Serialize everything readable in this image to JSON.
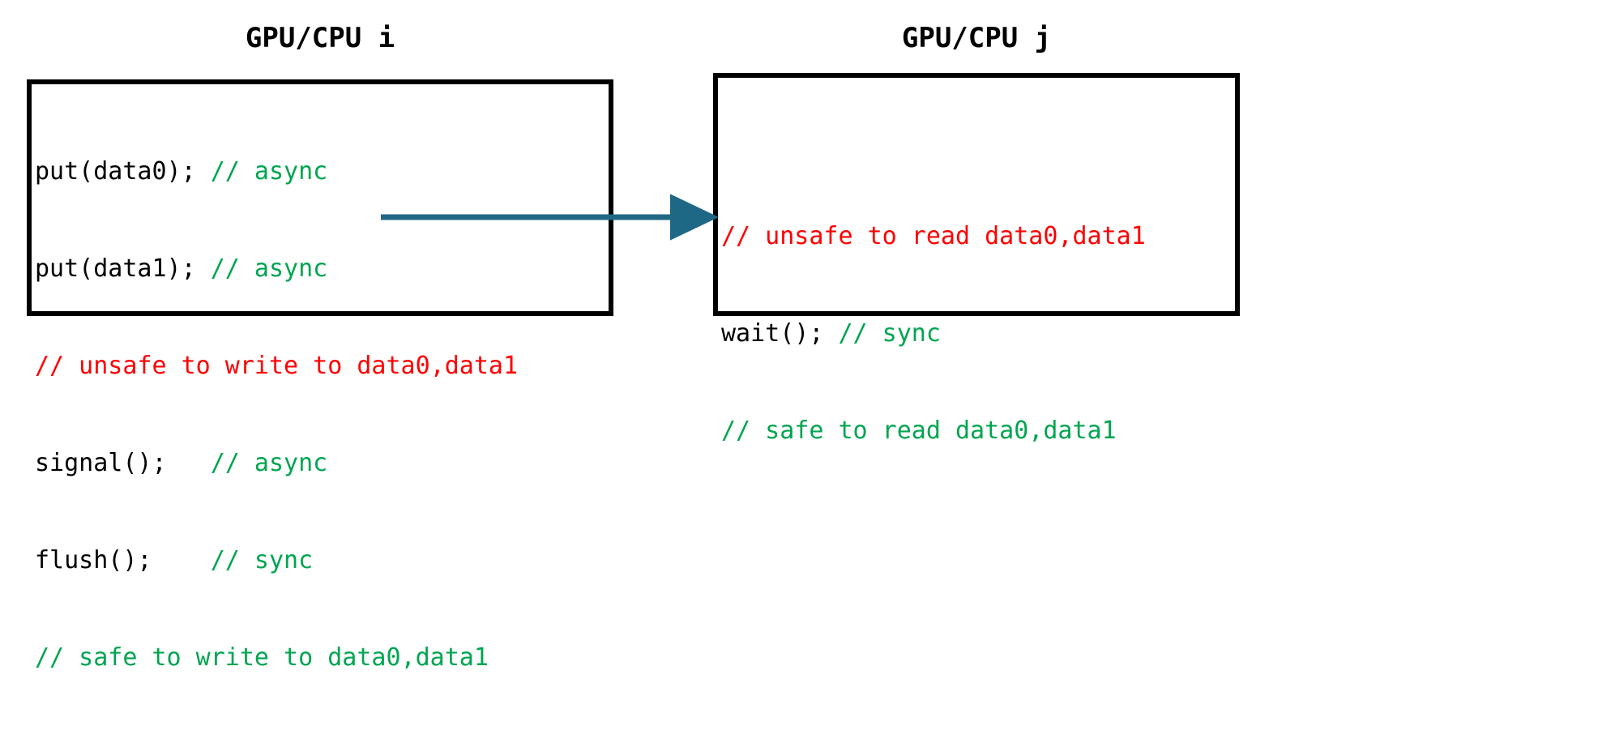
{
  "diagram": {
    "type": "sequence-annotation",
    "description": "Two-process put/signal/flush vs wait synchronization diagram"
  },
  "colors": {
    "code": "#000000",
    "safe_comment": "#00A550",
    "unsafe_comment": "#FF0000",
    "arrow": "#1F6885",
    "box_border": "#000000",
    "background": "#FFFFFF"
  },
  "panels": [
    {
      "id": "left",
      "title": "GPU/CPU i",
      "lines": [
        {
          "code": "put(data0);",
          "comment": " // async",
          "comment_color": "safe"
        },
        {
          "code": "put(data1);",
          "comment": " // async",
          "comment_color": "safe"
        },
        {
          "code": "",
          "comment": "// unsafe to write to data0,data1",
          "comment_color": "unsafe"
        },
        {
          "code": "signal();",
          "comment": "   // async",
          "comment_color": "safe"
        },
        {
          "code": "flush();",
          "comment": "    // sync",
          "comment_color": "safe"
        },
        {
          "code": "",
          "comment": "// safe to write to data0,data1",
          "comment_color": "safe"
        }
      ]
    },
    {
      "id": "right",
      "title": "GPU/CPU j",
      "lines": [
        {
          "code": "",
          "comment": "// unsafe to read data0,data1",
          "comment_color": "unsafe"
        },
        {
          "code": "wait();",
          "comment": " // sync",
          "comment_color": "safe"
        },
        {
          "code": "",
          "comment": "// safe to read data0,data1",
          "comment_color": "safe"
        }
      ]
    }
  ],
  "arrow": {
    "label": "signal-to-wait-arrow",
    "from": "signal() // async (GPU/CPU i)",
    "to": "wait(); // sync (GPU/CPU j)",
    "color": "#1F6885"
  }
}
